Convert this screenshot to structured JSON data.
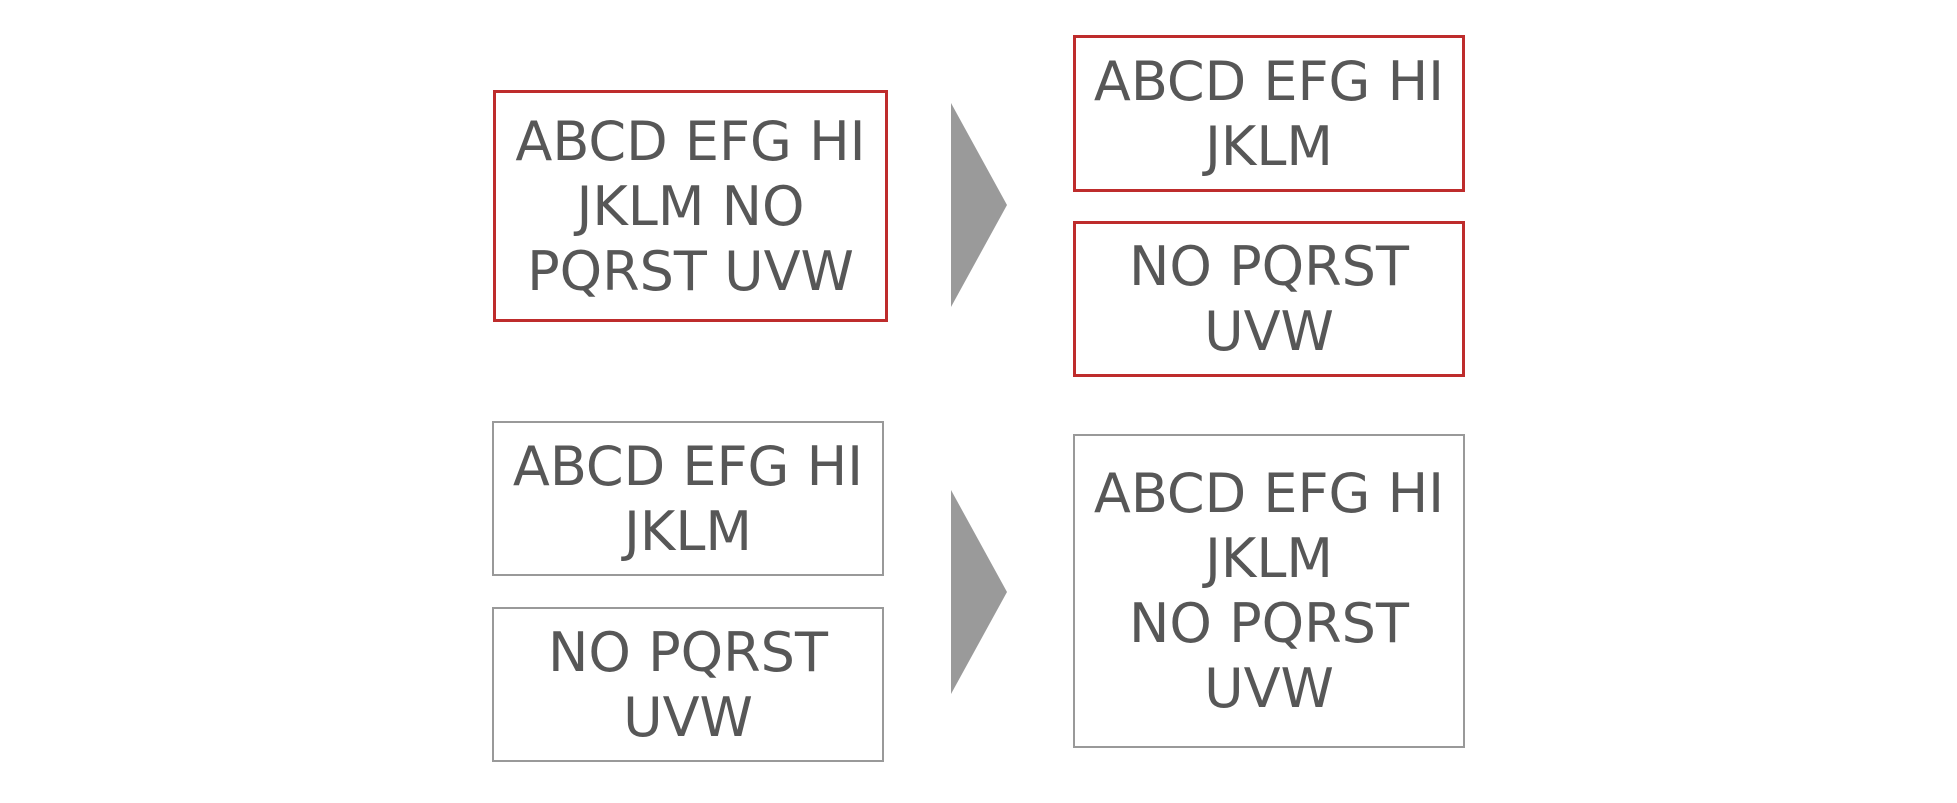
{
  "colors": {
    "red_border": "#BE2C2C",
    "gray_border": "#999999",
    "arrow_fill": "#9A9A9A",
    "text": "#575757",
    "background": "#FFFFFF"
  },
  "icons": {
    "arrow": "right-pointing-triangle"
  },
  "split_flow": {
    "source_box": {
      "border": "red",
      "lines": [
        "ABCD EFG HI",
        "JKLM NO",
        "PQRST UVW"
      ]
    },
    "result_boxes": [
      {
        "border": "red",
        "lines": [
          "ABCD EFG HI",
          "JKLM"
        ]
      },
      {
        "border": "red",
        "lines": [
          "NO PQRST",
          "UVW"
        ]
      }
    ]
  },
  "merge_flow": {
    "source_boxes": [
      {
        "border": "gray",
        "lines": [
          "ABCD EFG HI",
          "JKLM"
        ]
      },
      {
        "border": "gray",
        "lines": [
          "NO PQRST",
          "UVW"
        ]
      }
    ],
    "result_box": {
      "border": "gray",
      "lines": [
        "ABCD EFG HI",
        "JKLM",
        "NO PQRST",
        "UVW"
      ]
    }
  }
}
